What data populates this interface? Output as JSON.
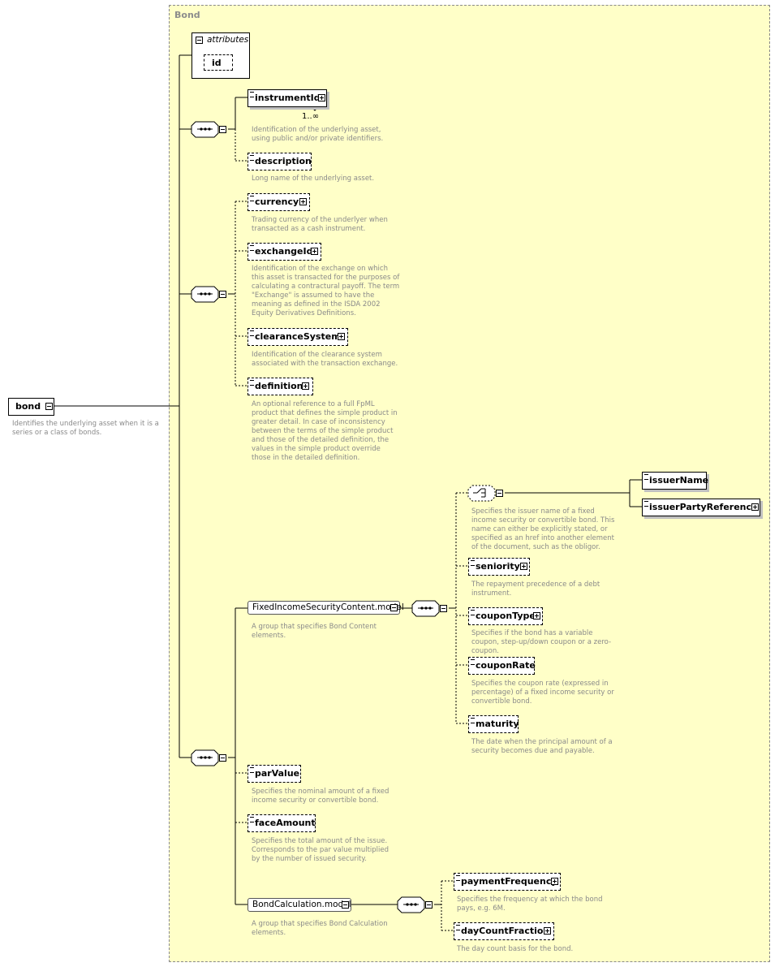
{
  "group": {
    "title": "Bond"
  },
  "root": {
    "name": "bond",
    "description": "Identifies the underlying asset when it is a series or a class of bonds."
  },
  "attributes": {
    "title": "attributes",
    "items": [
      "id"
    ]
  },
  "elements": {
    "instrumentId": {
      "name": "instrumentId",
      "cardinality": "1..∞",
      "description": "Identification of the underlying asset, using public and/or private identifiers."
    },
    "description": {
      "name": "description",
      "description": "Long name of the underlying asset."
    },
    "currency": {
      "name": "currency",
      "description": "Trading currency of the underlyer when transacted as a cash instrument."
    },
    "exchangeId": {
      "name": "exchangeId",
      "description": "Identification of the exchange on which this asset is transacted for the purposes of calculating a contractural payoff. The term \"Exchange\" is assumed to have the meaning as defined in the ISDA 2002 Equity Derivatives Definitions."
    },
    "clearanceSystem": {
      "name": "clearanceSystem",
      "description": "Identification of the clearance system associated with the transaction exchange."
    },
    "definition": {
      "name": "definition",
      "description": "An optional reference to a full FpML product that defines the simple product in greater detail. In case of inconsistency between the terms of the simple product and those of the detailed definition, the values in the simple product override those in the detailed definition."
    },
    "fixedIncomeModel": {
      "name": "FixedIncomeSecurityContent.model",
      "description": "A group that specifies Bond Content elements."
    },
    "choiceIssuer": {
      "description": "Specifies the issuer name of a fixed income security or convertible bond. This name can either be explicitly stated, or specified as an href into another element of the document, such as the obligor."
    },
    "issuerName": {
      "name": "issuerName"
    },
    "issuerPartyReference": {
      "name": "issuerPartyReference"
    },
    "seniority": {
      "name": "seniority",
      "description": "The repayment precedence of a debt instrument."
    },
    "couponType": {
      "name": "couponType",
      "description": "Specifies if the bond has a variable coupon, step-up/down coupon or a zero-coupon."
    },
    "couponRate": {
      "name": "couponRate",
      "description": "Specifies the coupon rate (expressed in percentage) of a fixed income security or convertible bond."
    },
    "maturity": {
      "name": "maturity",
      "description": "The date when the principal amount of a security becomes due and payable."
    },
    "parValue": {
      "name": "parValue",
      "description": "Specifies the nominal amount of a fixed income security or convertible bond."
    },
    "faceAmount": {
      "name": "faceAmount",
      "description": "Specifies the total amount of the issue. Corresponds to the par value multiplied by the number of issued security."
    },
    "bondCalcModel": {
      "name": "BondCalculation.model",
      "description": "A group that specifies Bond Calculation elements."
    },
    "paymentFrequency": {
      "name": "paymentFrequency",
      "description": "Specifies the frequency at which the bond pays, e.g. 6M."
    },
    "dayCountFraction": {
      "name": "dayCountFraction",
      "description": "The day count basis for the bond."
    }
  }
}
